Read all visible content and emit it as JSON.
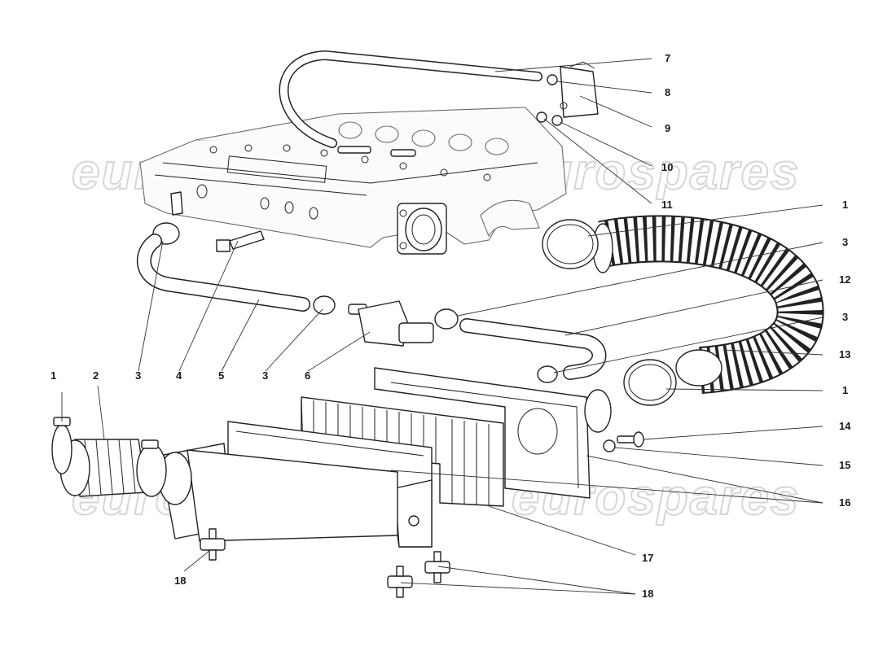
{
  "watermark": {
    "text": "eurospares",
    "color": "#d6d6d6"
  },
  "callouts": [
    {
      "id": "c7",
      "label": "7"
    },
    {
      "id": "c8",
      "label": "8"
    },
    {
      "id": "c9",
      "label": "9"
    },
    {
      "id": "c10",
      "label": "10"
    },
    {
      "id": "c11",
      "label": "11"
    },
    {
      "id": "c1a",
      "label": "1"
    },
    {
      "id": "c3a",
      "label": "3"
    },
    {
      "id": "c12",
      "label": "12"
    },
    {
      "id": "c3b",
      "label": "3"
    },
    {
      "id": "c13",
      "label": "13"
    },
    {
      "id": "c1b",
      "label": "1"
    },
    {
      "id": "c14",
      "label": "14"
    },
    {
      "id": "c15",
      "label": "15"
    },
    {
      "id": "c16",
      "label": "16"
    },
    {
      "id": "c17",
      "label": "17"
    },
    {
      "id": "c18a",
      "label": "18"
    },
    {
      "id": "c18b",
      "label": "18"
    },
    {
      "id": "c1c",
      "label": "1"
    },
    {
      "id": "c2",
      "label": "2"
    },
    {
      "id": "c3c",
      "label": "3"
    },
    {
      "id": "c4",
      "label": "4"
    },
    {
      "id": "c5",
      "label": "5"
    },
    {
      "id": "c3d",
      "label": "3"
    },
    {
      "id": "c6",
      "label": "6"
    }
  ]
}
